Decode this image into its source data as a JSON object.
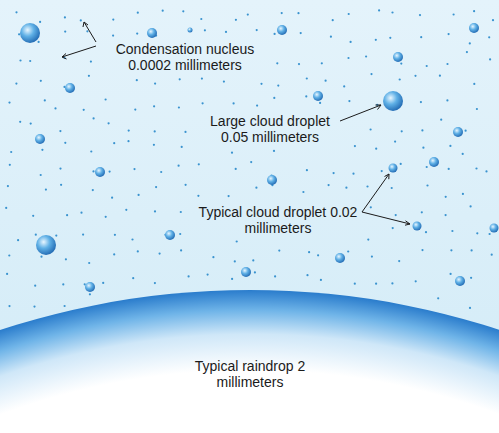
{
  "diagram": {
    "nodes": [
      {
        "text": [
          "Typical raindrop 2 millimeters"
        ]
      }
    ],
    "labels": [
      "Condensation nucleus 0.0002 millimeters",
      "Large cloud droplet 0.05 millimeters",
      "Typical cloud droplet 0.02 millimeters"
    ]
  }
}
